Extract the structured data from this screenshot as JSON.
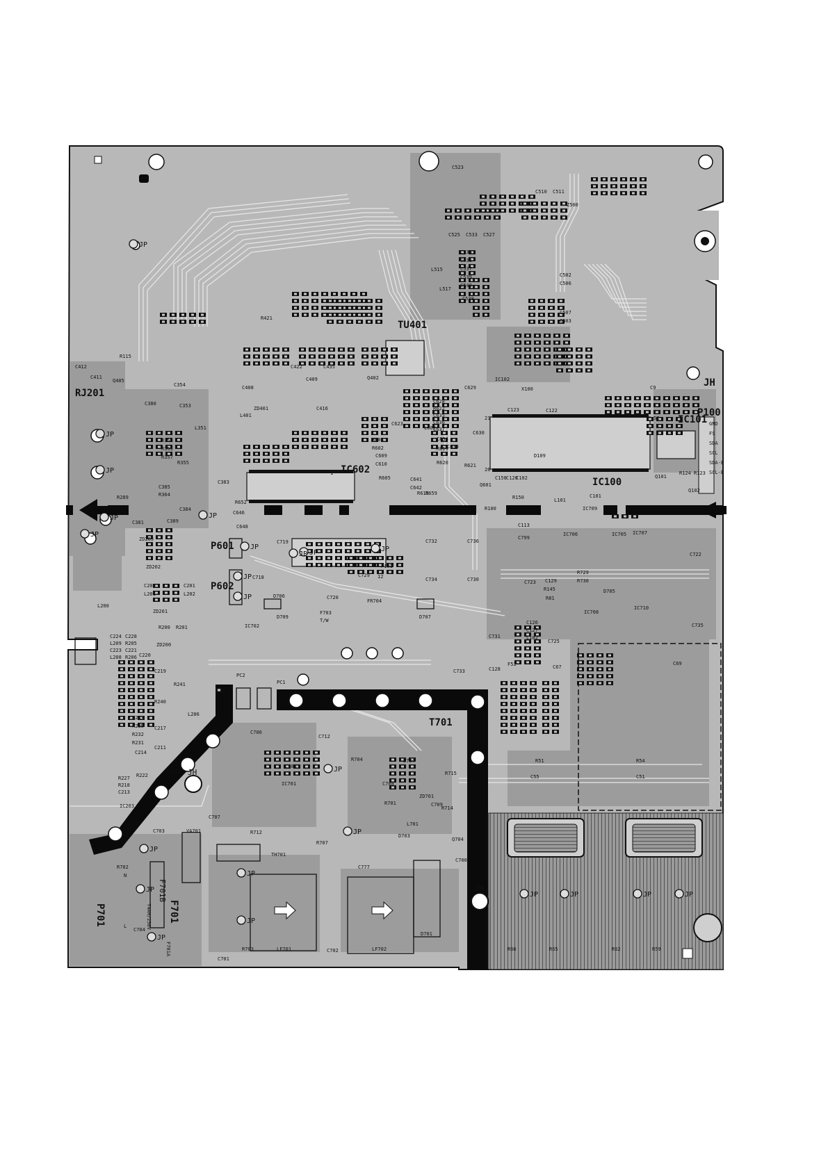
{
  "board": {
    "color_board": "#b9b9b9",
    "color_copper": "#9b9b9b",
    "color_trace": "#e8e8e8",
    "color_black": "#0a0a0a"
  },
  "big_labels": {
    "tu401": "TU401",
    "ic602": "IC602",
    "ic100": "IC100",
    "ic101": "IC101",
    "p100": "P100",
    "rj201": "RJ201",
    "p601": "P601",
    "p602": "P602",
    "t701": "T701",
    "p701": "P701",
    "f701": "F701",
    "f701b": "F701B",
    "f701a": "F701A",
    "fuse_rating": "T4AH/250V",
    "jh_top": "JH",
    "jh_mid": "JH",
    "jh_bottom": "JH"
  },
  "p100_pins": [
    "GND",
    "FS",
    "SDA",
    "SCL",
    "SDA-E",
    "SCL-E"
  ],
  "jp_markers": [
    {
      "id": "jp-1",
      "text": "JP"
    },
    {
      "id": "jp-2",
      "text": "JP"
    },
    {
      "id": "jp-3",
      "text": "JP"
    },
    {
      "id": "jp-4",
      "text": "JP"
    },
    {
      "id": "jp-5",
      "text": "JP"
    },
    {
      "id": "jp-6",
      "text": "JP"
    },
    {
      "id": "jp-7",
      "text": "JP"
    },
    {
      "id": "jp-8",
      "text": "JP"
    },
    {
      "id": "jp-9",
      "text": "JP"
    },
    {
      "id": "jp-10",
      "text": "JP"
    },
    {
      "id": "jp-11",
      "text": "JP"
    },
    {
      "id": "jp-12",
      "text": "JP"
    },
    {
      "id": "jp-13",
      "text": "JP"
    },
    {
      "id": "jp-14",
      "text": "JP"
    },
    {
      "id": "jp-15",
      "text": "JP"
    },
    {
      "id": "jp-16",
      "text": "JP"
    },
    {
      "id": "jp-17",
      "text": "JP"
    },
    {
      "id": "jp-18",
      "text": "JP"
    },
    {
      "id": "jp-19",
      "text": "JP"
    },
    {
      "id": "jp-20",
      "text": "JP"
    },
    {
      "id": "jp-21",
      "text": "JP"
    },
    {
      "id": "jp-22",
      "text": "JP"
    },
    {
      "id": "jp-23",
      "text": "JP"
    }
  ],
  "component_labels": [
    {
      "id": "c523",
      "text": "C523"
    },
    {
      "id": "c510",
      "text": "C510"
    },
    {
      "id": "c511",
      "text": "C511"
    },
    {
      "id": "z500",
      "text": "Z500"
    },
    {
      "id": "c525",
      "text": "C525"
    },
    {
      "id": "c533",
      "text": "C533"
    },
    {
      "id": "c527",
      "text": "C527"
    },
    {
      "id": "c534",
      "text": "C534"
    },
    {
      "id": "c535",
      "text": "C535"
    },
    {
      "id": "c537",
      "text": "C537"
    },
    {
      "id": "c539",
      "text": "C539"
    },
    {
      "id": "c540",
      "text": "C540"
    },
    {
      "id": "c538",
      "text": "C538"
    },
    {
      "id": "l515",
      "text": "L515"
    },
    {
      "id": "l517",
      "text": "L517"
    },
    {
      "id": "c502",
      "text": "C502"
    },
    {
      "id": "c506",
      "text": "C506"
    },
    {
      "id": "c507",
      "text": "C507"
    },
    {
      "id": "c503",
      "text": "C503"
    },
    {
      "id": "ic102",
      "text": "IC102"
    },
    {
      "id": "c123",
      "text": "C123"
    },
    {
      "id": "c122",
      "text": "C122"
    },
    {
      "id": "c9",
      "text": "C9"
    },
    {
      "id": "x100",
      "text": "X100"
    },
    {
      "id": "c158",
      "text": "C158"
    },
    {
      "id": "c120",
      "text": "C120"
    },
    {
      "id": "c102",
      "text": "C102"
    },
    {
      "id": "d109",
      "text": "D109"
    },
    {
      "id": "r100",
      "text": "R100"
    },
    {
      "id": "r150",
      "text": "R150"
    },
    {
      "id": "l101",
      "text": "L101"
    },
    {
      "id": "c101",
      "text": "C101"
    },
    {
      "id": "q101",
      "text": "Q101"
    },
    {
      "id": "q102",
      "text": "Q102"
    },
    {
      "id": "r124",
      "text": "R124"
    },
    {
      "id": "r123",
      "text": "R123"
    },
    {
      "id": "ic709",
      "text": "IC709"
    },
    {
      "id": "ic707",
      "text": "IC707"
    },
    {
      "id": "ic706",
      "text": "IC706"
    },
    {
      "id": "ic705",
      "text": "IC705"
    },
    {
      "id": "c722",
      "text": "C722"
    },
    {
      "id": "r729",
      "text": "R729"
    },
    {
      "id": "r730",
      "text": "R730"
    },
    {
      "id": "d705",
      "text": "D705"
    },
    {
      "id": "c129",
      "text": "C129"
    },
    {
      "id": "r145",
      "text": "R145"
    },
    {
      "id": "r81",
      "text": "R81"
    },
    {
      "id": "ic708",
      "text": "IC708"
    },
    {
      "id": "ic710",
      "text": "IC710"
    },
    {
      "id": "c735",
      "text": "C735"
    },
    {
      "id": "c113",
      "text": "C113"
    },
    {
      "id": "c799",
      "text": "C799"
    },
    {
      "id": "c723",
      "text": "C723"
    },
    {
      "id": "c126",
      "text": "C126"
    },
    {
      "id": "c127",
      "text": "C127"
    },
    {
      "id": "l102",
      "text": "L102"
    },
    {
      "id": "c725",
      "text": "C725"
    },
    {
      "id": "c731",
      "text": "C731"
    },
    {
      "id": "c128",
      "text": "C128"
    },
    {
      "id": "c733",
      "text": "C733"
    },
    {
      "id": "f51",
      "text": "F51"
    },
    {
      "id": "c67",
      "text": "C67"
    },
    {
      "id": "c69",
      "text": "C69"
    },
    {
      "id": "r51",
      "text": "R51"
    },
    {
      "id": "c55",
      "text": "C55"
    },
    {
      "id": "r54",
      "text": "R54"
    },
    {
      "id": "c51",
      "text": "C51"
    },
    {
      "id": "rj201-r",
      "text": "R115"
    },
    {
      "id": "c411",
      "text": "C411"
    },
    {
      "id": "c412",
      "text": "C412"
    },
    {
      "id": "q405",
      "text": "Q405"
    },
    {
      "id": "c380",
      "text": "C380"
    },
    {
      "id": "c353",
      "text": "C353"
    },
    {
      "id": "c354",
      "text": "C354"
    },
    {
      "id": "l351",
      "text": "L351"
    },
    {
      "id": "r358",
      "text": "R358"
    },
    {
      "id": "r353",
      "text": "R353"
    },
    {
      "id": "r357",
      "text": "R357"
    },
    {
      "id": "r355",
      "text": "R355"
    },
    {
      "id": "c385",
      "text": "C385"
    },
    {
      "id": "r364",
      "text": "R364"
    },
    {
      "id": "r289",
      "text": "R289"
    },
    {
      "id": "c381",
      "text": "C381"
    },
    {
      "id": "c384",
      "text": "C384"
    },
    {
      "id": "c389",
      "text": "C389"
    },
    {
      "id": "c383",
      "text": "C383"
    },
    {
      "id": "r652",
      "text": "R652"
    },
    {
      "id": "c646",
      "text": "C646"
    },
    {
      "id": "c648",
      "text": "C648"
    },
    {
      "id": "c719",
      "text": "C719"
    },
    {
      "id": "c718",
      "text": "C718"
    },
    {
      "id": "d706",
      "text": "D706"
    },
    {
      "id": "c720",
      "text": "C720"
    },
    {
      "id": "fr704",
      "text": "FR704"
    },
    {
      "id": "d709",
      "text": "D709"
    },
    {
      "id": "d707",
      "text": "D707"
    },
    {
      "id": "f703",
      "text": "F703"
    },
    {
      "id": "tw",
      "text": "T/W"
    },
    {
      "id": "ic702",
      "text": "IC702"
    },
    {
      "id": "p101",
      "text": "P101"
    },
    {
      "id": "c732",
      "text": "C732"
    },
    {
      "id": "c736",
      "text": "C736"
    },
    {
      "id": "c734",
      "text": "C734"
    },
    {
      "id": "c730",
      "text": "C730"
    },
    {
      "id": "c729",
      "text": "C729"
    },
    {
      "id": "zd203",
      "text": "ZD203"
    },
    {
      "id": "zd202",
      "text": "ZD202"
    },
    {
      "id": "c200",
      "text": "C200"
    },
    {
      "id": "l201",
      "text": "L201"
    },
    {
      "id": "zd201",
      "text": "ZD201"
    },
    {
      "id": "c201",
      "text": "C201"
    },
    {
      "id": "l202",
      "text": "L202"
    },
    {
      "id": "l200",
      "text": "L200"
    },
    {
      "id": "r200",
      "text": "R200"
    },
    {
      "id": "r201",
      "text": "R201"
    },
    {
      "id": "zd200",
      "text": "ZD200"
    },
    {
      "id": "c220",
      "text": "C220"
    },
    {
      "id": "c219",
      "text": "C219"
    },
    {
      "id": "r241",
      "text": "R241"
    },
    {
      "id": "r240",
      "text": "R240"
    },
    {
      "id": "l206",
      "text": "L206"
    },
    {
      "id": "r233",
      "text": "R233"
    },
    {
      "id": "r235",
      "text": "R235"
    },
    {
      "id": "r232",
      "text": "R232"
    },
    {
      "id": "r231",
      "text": "R231"
    },
    {
      "id": "c217",
      "text": "C217"
    },
    {
      "id": "c214",
      "text": "C214"
    },
    {
      "id": "c211",
      "text": "C211"
    },
    {
      "id": "r222",
      "text": "R222"
    },
    {
      "id": "c212",
      "text": "C212"
    },
    {
      "id": "r227",
      "text": "R227"
    },
    {
      "id": "r218",
      "text": "R218"
    },
    {
      "id": "c213",
      "text": "C213"
    },
    {
      "id": "ic203",
      "text": "IC203"
    },
    {
      "id": "c224",
      "text": "C224"
    },
    {
      "id": "c228",
      "text": "C228"
    },
    {
      "id": "l209",
      "text": "L209"
    },
    {
      "id": "r205",
      "text": "R205"
    },
    {
      "id": "c223",
      "text": "C223"
    },
    {
      "id": "c221",
      "text": "C221"
    },
    {
      "id": "l208",
      "text": "L208"
    },
    {
      "id": "r206",
      "text": "R206"
    },
    {
      "id": "pc2",
      "text": "PC2"
    },
    {
      "id": "pc1",
      "text": "PC1"
    },
    {
      "id": "c706",
      "text": "C706"
    },
    {
      "id": "c712",
      "text": "C712"
    },
    {
      "id": "r704",
      "text": "R704"
    },
    {
      "id": "d704",
      "text": "D704"
    },
    {
      "id": "r715",
      "text": "R715"
    },
    {
      "id": "c708",
      "text": "C708"
    },
    {
      "id": "zd701",
      "text": "ZD701"
    },
    {
      "id": "r701",
      "text": "R701"
    },
    {
      "id": "c709",
      "text": "C709"
    },
    {
      "id": "r714",
      "text": "R714"
    },
    {
      "id": "l701",
      "text": "L701"
    },
    {
      "id": "d703",
      "text": "D703"
    },
    {
      "id": "q704",
      "text": "Q704"
    },
    {
      "id": "c705",
      "text": "C705"
    },
    {
      "id": "ic701",
      "text": "IC701"
    },
    {
      "id": "c707",
      "text": "C707"
    },
    {
      "id": "c703",
      "text": "C703"
    },
    {
      "id": "va701",
      "text": "VA701"
    },
    {
      "id": "r712",
      "text": "R712"
    },
    {
      "id": "r707",
      "text": "R707"
    },
    {
      "id": "th701",
      "text": "TH701"
    },
    {
      "id": "c777",
      "text": "C777"
    },
    {
      "id": "c700",
      "text": "C700"
    },
    {
      "id": "c701",
      "text": "C701"
    },
    {
      "id": "r703",
      "text": "R703"
    },
    {
      "id": "lf701",
      "text": "LF701"
    },
    {
      "id": "c702",
      "text": "C702"
    },
    {
      "id": "lf702",
      "text": "LF702"
    },
    {
      "id": "d701",
      "text": "D701"
    },
    {
      "id": "c704",
      "text": "C704"
    },
    {
      "id": "r702",
      "text": "R702"
    },
    {
      "id": "n",
      "text": "N"
    },
    {
      "id": "l",
      "text": "L"
    },
    {
      "id": "r66",
      "text": "R66"
    },
    {
      "id": "r65",
      "text": "R65"
    },
    {
      "id": "r62",
      "text": "R62"
    },
    {
      "id": "r59",
      "text": "R59"
    },
    {
      "id": "c408",
      "text": "C408"
    },
    {
      "id": "zd401",
      "text": "ZD401"
    },
    {
      "id": "l401",
      "text": "L401"
    },
    {
      "id": "c422",
      "text": "C422"
    },
    {
      "id": "c435",
      "text": "C435"
    },
    {
      "id": "c409",
      "text": "C409"
    },
    {
      "id": "c416",
      "text": "C416"
    },
    {
      "id": "r421",
      "text": "R421"
    },
    {
      "id": "q402",
      "text": "Q402"
    },
    {
      "id": "c628",
      "text": "C628"
    },
    {
      "id": "r622",
      "text": "R622"
    },
    {
      "id": "c635",
      "text": "C635"
    },
    {
      "id": "c636",
      "text": "C636"
    },
    {
      "id": "c637",
      "text": "C637"
    },
    {
      "id": "l602",
      "text": "L602"
    },
    {
      "id": "c634",
      "text": "C634"
    },
    {
      "id": "r619",
      "text": "R619"
    },
    {
      "id": "r620",
      "text": "R620"
    },
    {
      "id": "r603",
      "text": "R603"
    },
    {
      "id": "r602",
      "text": "R602"
    },
    {
      "id": "c609",
      "text": "C609"
    },
    {
      "id": "c610",
      "text": "C610"
    },
    {
      "id": "r605",
      "text": "R605"
    },
    {
      "id": "c623",
      "text": "C623"
    },
    {
      "id": "r621",
      "text": "R621"
    },
    {
      "id": "c638",
      "text": "C638"
    },
    {
      "id": "q601",
      "text": "Q601"
    },
    {
      "id": "c641",
      "text": "C641"
    },
    {
      "id": "c642",
      "text": "C642"
    },
    {
      "id": "r615",
      "text": "R615"
    },
    {
      "id": "r659",
      "text": "R659"
    },
    {
      "id": "c629",
      "text": "C629"
    },
    {
      "id": "c630",
      "text": "C630"
    },
    {
      "id": "pin1",
      "text": "1"
    },
    {
      "id": "pin12",
      "text": "12"
    },
    {
      "id": "pin21",
      "text": "21"
    },
    {
      "id": "pin26",
      "text": "26"
    },
    {
      "id": "pin52",
      "text": "52"
    }
  ]
}
